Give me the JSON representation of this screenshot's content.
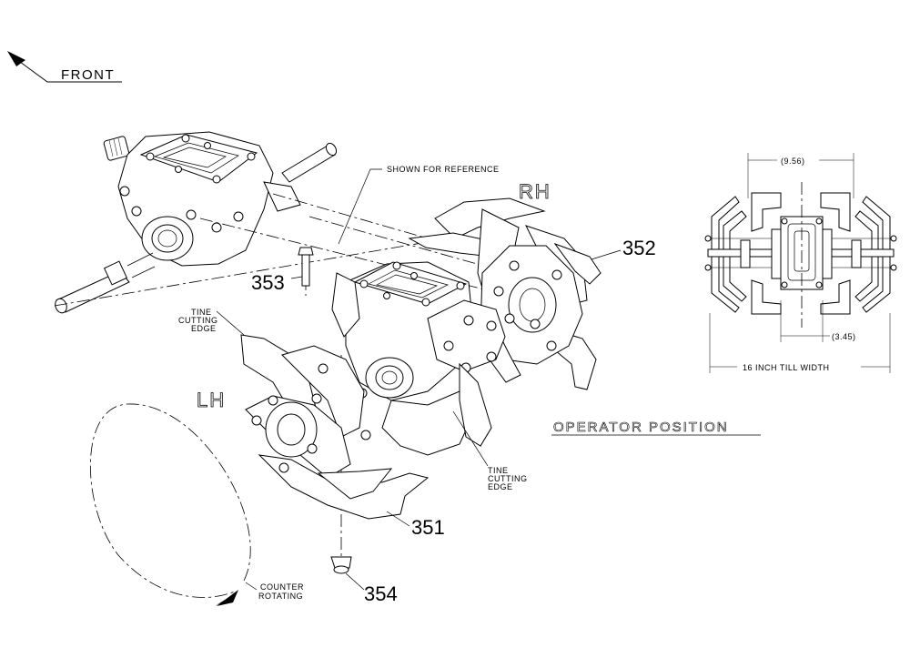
{
  "labels": {
    "front": "FRONT",
    "shown_for_reference": "SHOWN FOR REFERENCE",
    "rh": "RH",
    "lh": "LH",
    "tine_cutting_edge_left": [
      "TINE",
      "CUTTING",
      "EDGE"
    ],
    "tine_cutting_edge_right": [
      "TINE",
      "CUTTING",
      "EDGE"
    ],
    "operator_position": "OPERATOR POSITION",
    "counter_rotating": [
      "COUNTER",
      "ROTATING"
    ]
  },
  "callouts": {
    "p351": "351",
    "p352": "352",
    "p353": "353",
    "p354": "354"
  },
  "dimensions": {
    "width_top": "(9.56)",
    "width_mid": "(3.45)",
    "till_width": "16 INCH TILL WIDTH"
  }
}
